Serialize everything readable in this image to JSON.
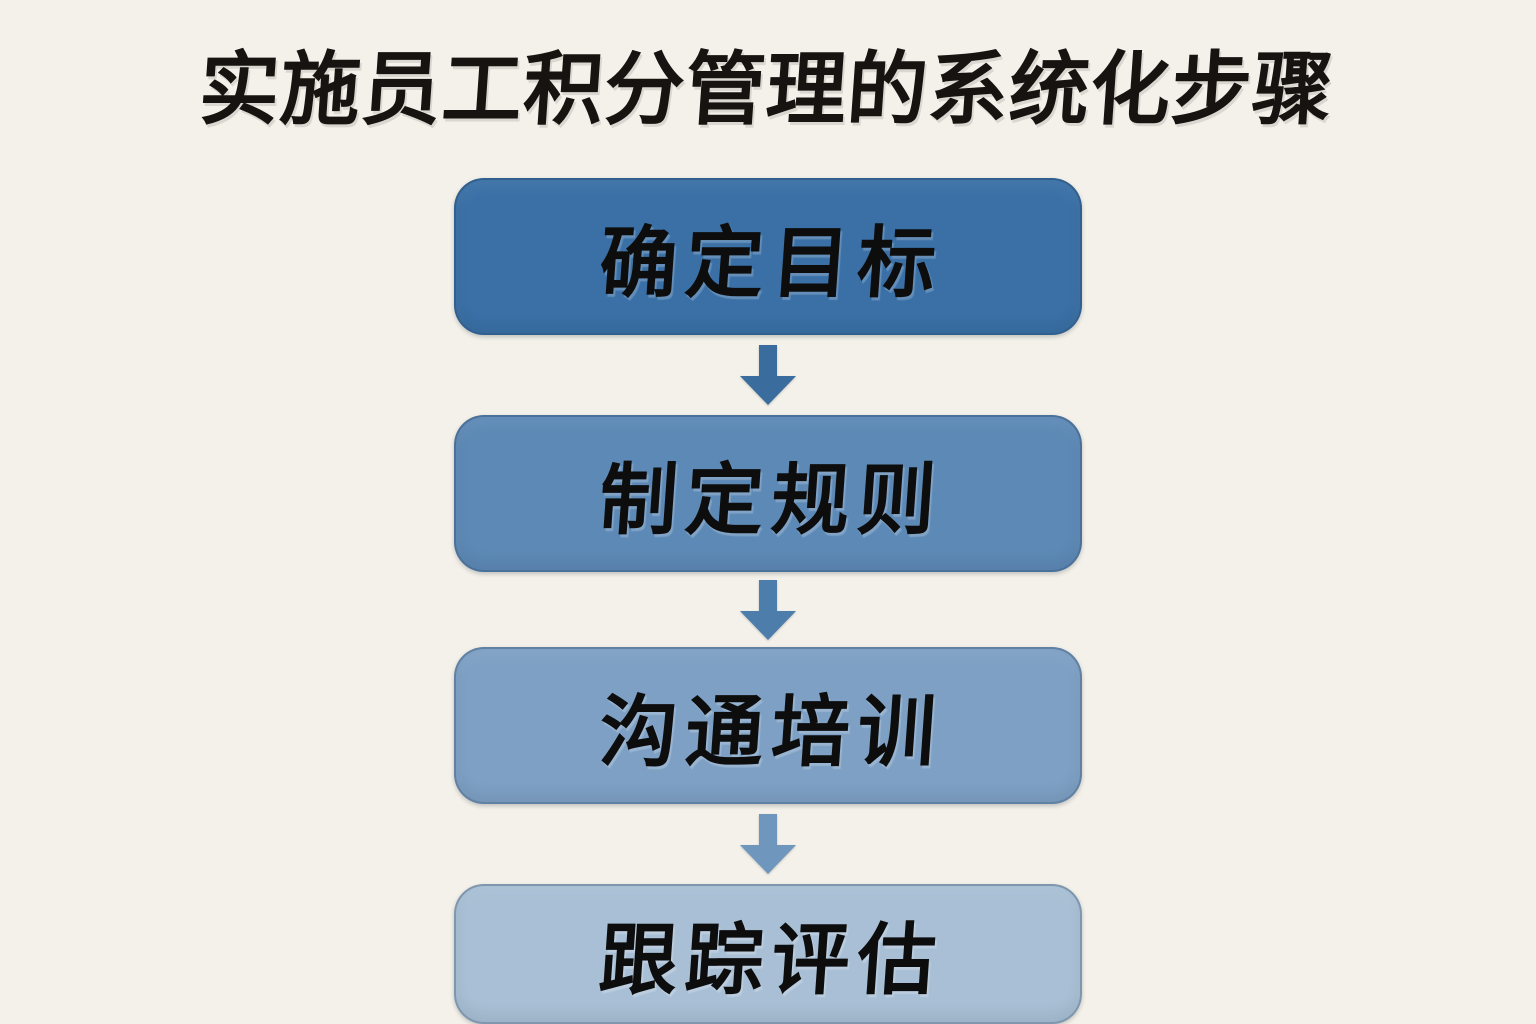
{
  "title": "实施员工积分管理的系统化步骤",
  "flow": {
    "steps": [
      {
        "label": "确定目标",
        "bg": "#3a70a6"
      },
      {
        "label": "制定规则",
        "bg": "#5d89b6"
      },
      {
        "label": "沟通培训",
        "bg": "#7da0c4"
      },
      {
        "label": "跟踪评估",
        "bg": "#a8bfd5"
      }
    ],
    "arrows": [
      {
        "name": "down-arrow",
        "color": "#3a6d9d"
      },
      {
        "name": "down-arrow",
        "color": "#4c7dab"
      },
      {
        "name": "down-arrow",
        "color": "#6f96bc"
      }
    ]
  },
  "colors": {
    "background": "#f4f1ea",
    "title_text": "#161310",
    "step_text": "#0d0d0d"
  }
}
